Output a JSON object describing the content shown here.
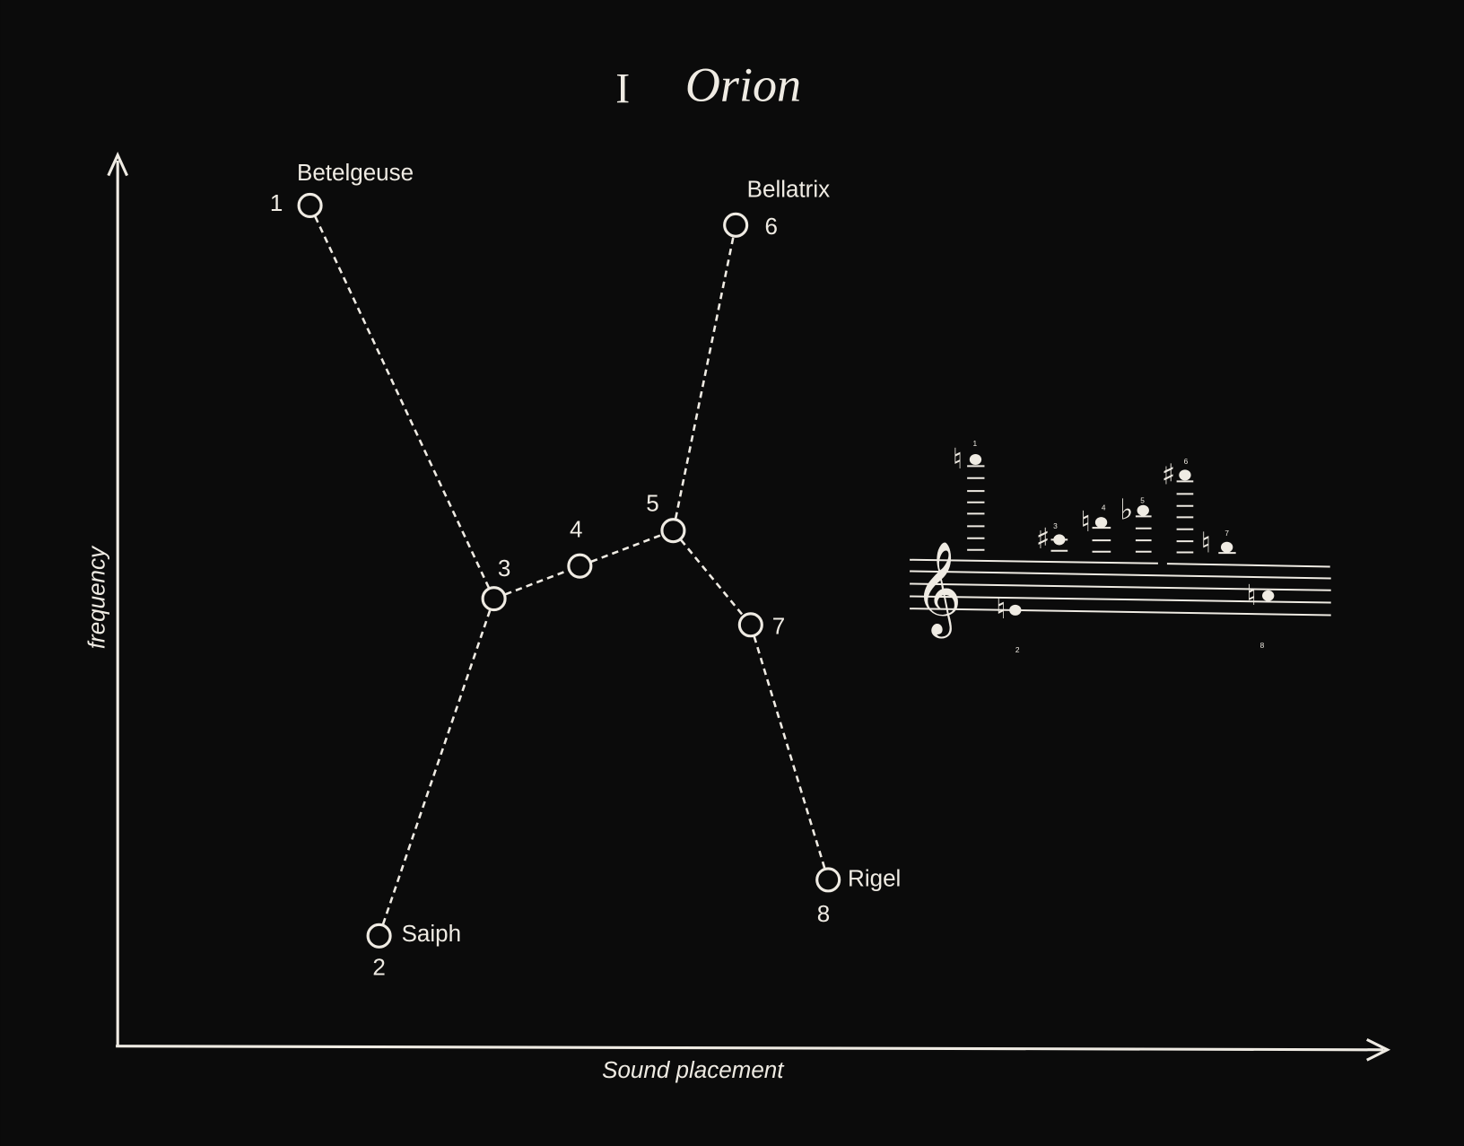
{
  "title": {
    "numeral": "I",
    "name": "Orion"
  },
  "axes": {
    "y_label": "frequency",
    "x_label": "Sound placement"
  },
  "stars": [
    {
      "id": "1",
      "name": "Betelgeuse",
      "accidental": "♮"
    },
    {
      "id": "2",
      "name": "Saiph",
      "accidental": "♮"
    },
    {
      "id": "3",
      "name": "",
      "accidental": "♯"
    },
    {
      "id": "4",
      "name": "",
      "accidental": "♮"
    },
    {
      "id": "5",
      "name": "",
      "accidental": "♭"
    },
    {
      "id": "6",
      "name": "Bellatrix",
      "accidental": "♯"
    },
    {
      "id": "7",
      "name": "",
      "accidental": "♮"
    },
    {
      "id": "8",
      "name": "Rigel",
      "accidental": "♮"
    }
  ],
  "connections": [
    [
      "1",
      "3"
    ],
    [
      "2",
      "3"
    ],
    [
      "3",
      "4"
    ],
    [
      "4",
      "5"
    ],
    [
      "5",
      "6"
    ],
    [
      "5",
      "7"
    ],
    [
      "7",
      "8"
    ]
  ],
  "staff": {
    "clef": "𝄞",
    "clef_name": "treble"
  },
  "colors": {
    "background": "#0b0b0b",
    "ink": "#efebe3"
  }
}
